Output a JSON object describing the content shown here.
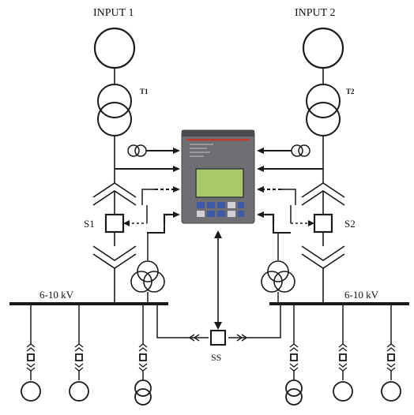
{
  "labels": {
    "input1": "INPUT 1",
    "input2": "INPUT 2",
    "t1": "T1",
    "t2": "T2",
    "s1": "S1",
    "s2": "S2",
    "ss": "SS",
    "bus_left": "6-10 kV",
    "bus_right": "6-10 kV"
  },
  "colors": {
    "line": "#1a1a1a",
    "relay_body": "#6f6f73",
    "relay_dark": "#4a4a4e",
    "relay_stripe": "#c0392b",
    "relay_lcd": "#a7c96b",
    "relay_button": "#3b5aa8"
  },
  "icons": {
    "relay": "protection-relay-device",
    "ct": "current-transformer-icon",
    "vt": "voltage-transformer-icon",
    "breaker": "circuit-breaker-icon",
    "motor": "motor-load-icon"
  }
}
